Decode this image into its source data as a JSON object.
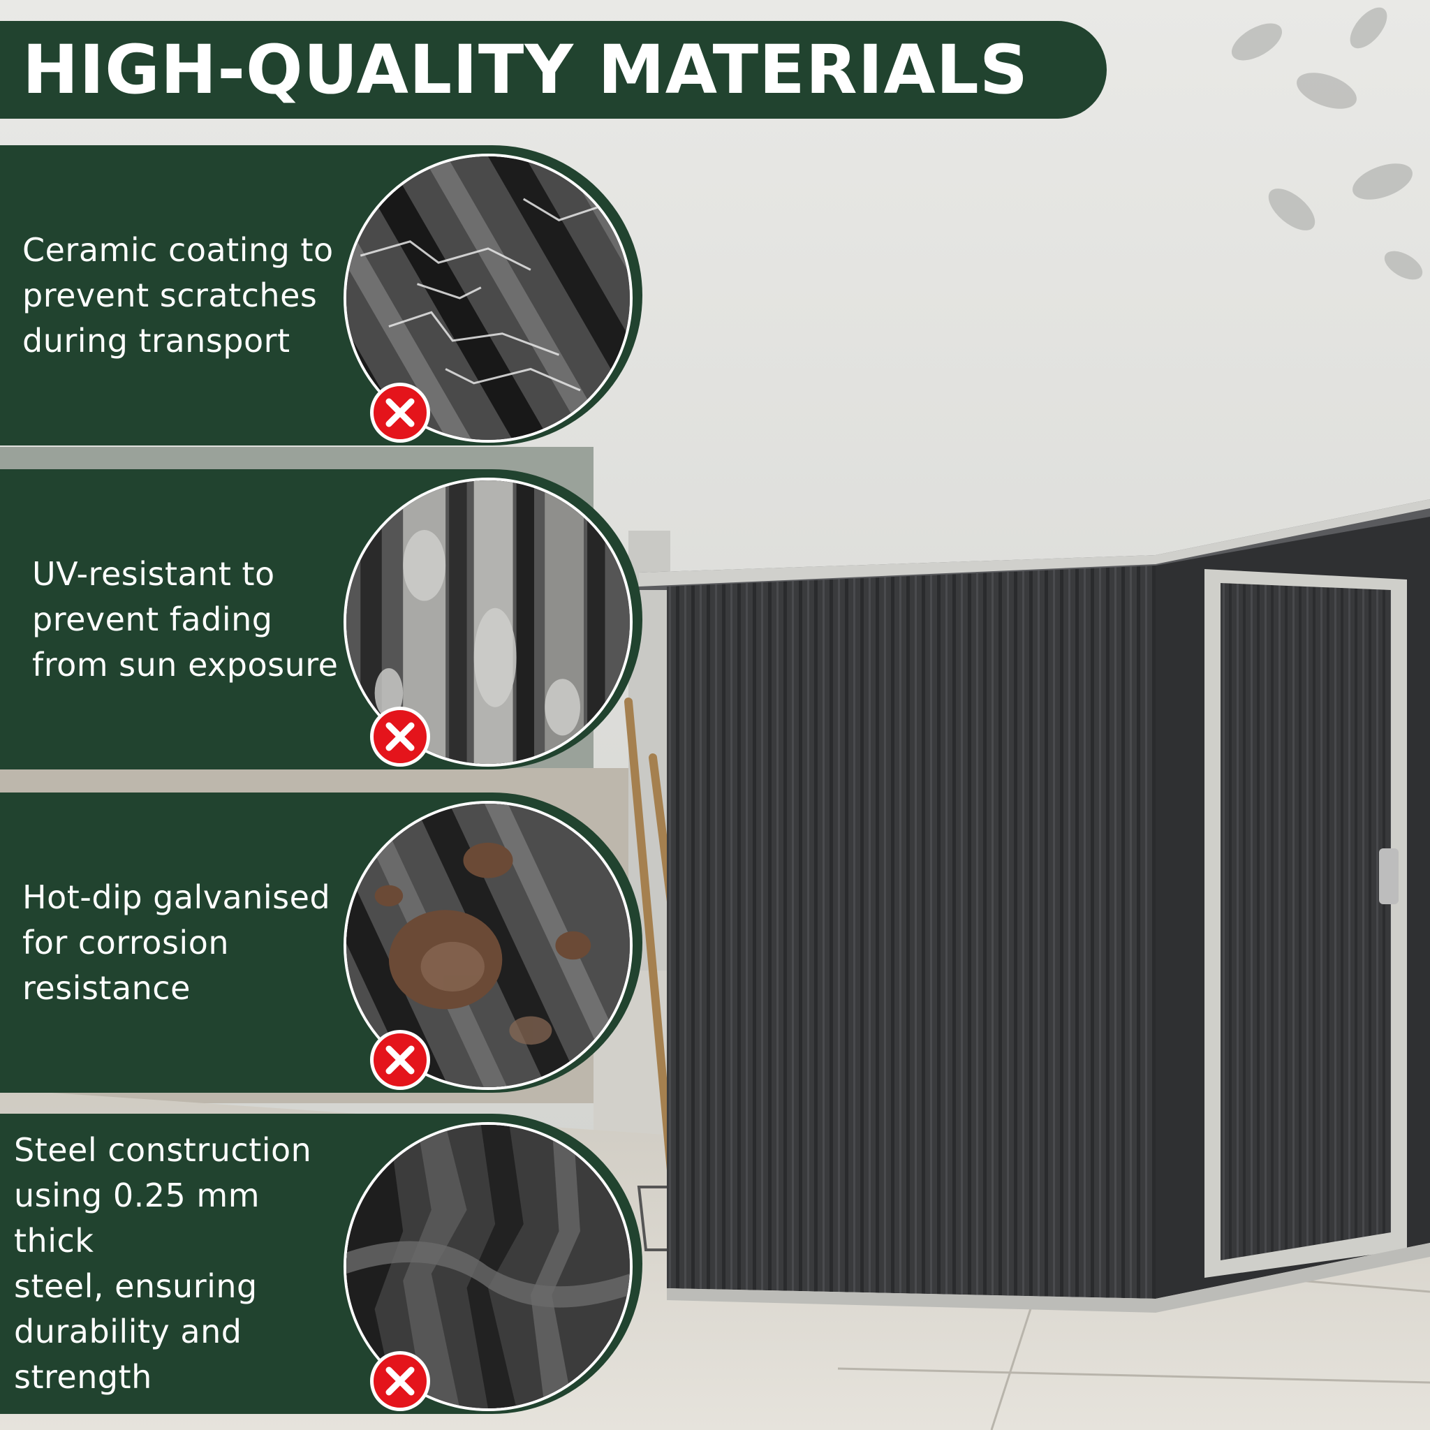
{
  "header": {
    "title": "HIGH-QUALITY MATERIALS"
  },
  "colors": {
    "panel_green": "#21432f",
    "badge_red": "#e4141b",
    "shed_gray": "#3a3b3d"
  },
  "features": [
    {
      "lines": [
        "Ceramic coating to",
        "prevent scratches",
        "during transport"
      ],
      "icon": "close-icon"
    },
    {
      "lines": [
        "UV-resistant to",
        "prevent fading",
        "from sun exposure"
      ],
      "icon": "close-icon"
    },
    {
      "lines": [
        "Hot-dip galvanised",
        "for corrosion",
        "resistance"
      ],
      "icon": "close-icon"
    },
    {
      "lines": [
        "Steel construction",
        "using 0.25 mm thick",
        "steel, ensuring",
        "durability and",
        "strength"
      ],
      "icon": "close-icon"
    }
  ]
}
